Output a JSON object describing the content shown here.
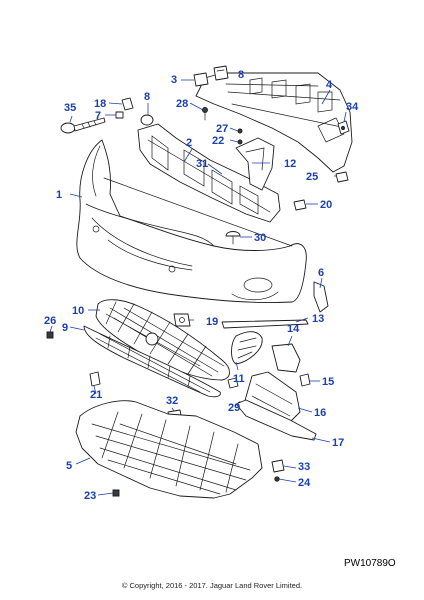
{
  "callouts": {
    "c1": "1",
    "c2": "2",
    "c3": "3",
    "c4": "4",
    "c5": "5",
    "c6": "6",
    "c7": "7",
    "c8": "8",
    "c9": "9",
    "c10": "10",
    "c11": "11",
    "c12": "12",
    "c13": "13",
    "c14": "14",
    "c15": "15",
    "c16": "16",
    "c17": "17",
    "c18": "18",
    "c19": "19",
    "c20": "20",
    "c21": "21",
    "c22": "22",
    "c23": "23",
    "c24": "24",
    "c25": "25",
    "c26": "26",
    "c27": "27",
    "c28": "28",
    "c29": "29",
    "c30": "30",
    "c31": "31",
    "c32": "32",
    "c33": "33",
    "c34": "34",
    "c35": "35"
  },
  "reference_code": "PW10789O",
  "copyright": "© Copyright, 2016 - 2017. Jaguar Land Rover Limited.",
  "colors": {
    "callout": "#1a3fb0",
    "line_art": "#1b1b1b"
  }
}
